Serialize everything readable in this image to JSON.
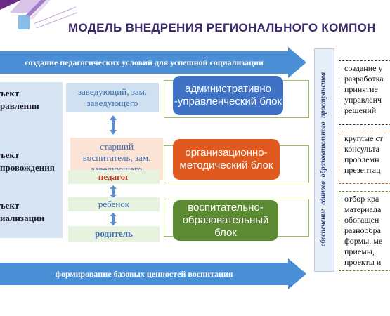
{
  "title": "МОДЕЛЬ ВНЕДРЕНИЯ РЕГИОНАЛЬНОГО КОМПОН",
  "top_arrow": "создание педагогических условий для успешной социализации",
  "bottom_arrow": "формирование базовых ценностей воспитания",
  "left_labels": [
    {
      "line1": "ъект",
      "line2": "равления"
    },
    {
      "line1": "ъект",
      "line2": "провождения"
    },
    {
      "line1": "ъект",
      "line2": "иализации"
    }
  ],
  "roles": {
    "head": "заведующий, зам. заведующего",
    "senior": "старший воспитатель, зам. заведующего",
    "teacher": "педагог",
    "child": "ребенок",
    "parent": "родитель"
  },
  "blocks": {
    "admin": "административно -управленческий блок",
    "method": "организационно-методический блок",
    "edu": "воспитательно-образовательный блок"
  },
  "vertical_label": "обеспечение единого образовательного пространства",
  "right_boxes": {
    "box1": [
      "создание у",
      "разработка",
      "принятие",
      "управленч",
      "решений"
    ],
    "box2": [
      "круглые ст",
      "консульта",
      "проблемн",
      "презентац"
    ],
    "box3": [
      "отбор кра",
      "материала",
      "обогащен",
      "разнообра",
      "формы, ме",
      "приемы,",
      "проекты и"
    ]
  },
  "colors": {
    "arrow": "#4a8fd6",
    "admin_block": "#3f72c4",
    "method_block": "#e05a1f",
    "edu_block": "#5b8a32",
    "teacher_text": "#c0392b",
    "role_text": "#3a6fb7"
  }
}
